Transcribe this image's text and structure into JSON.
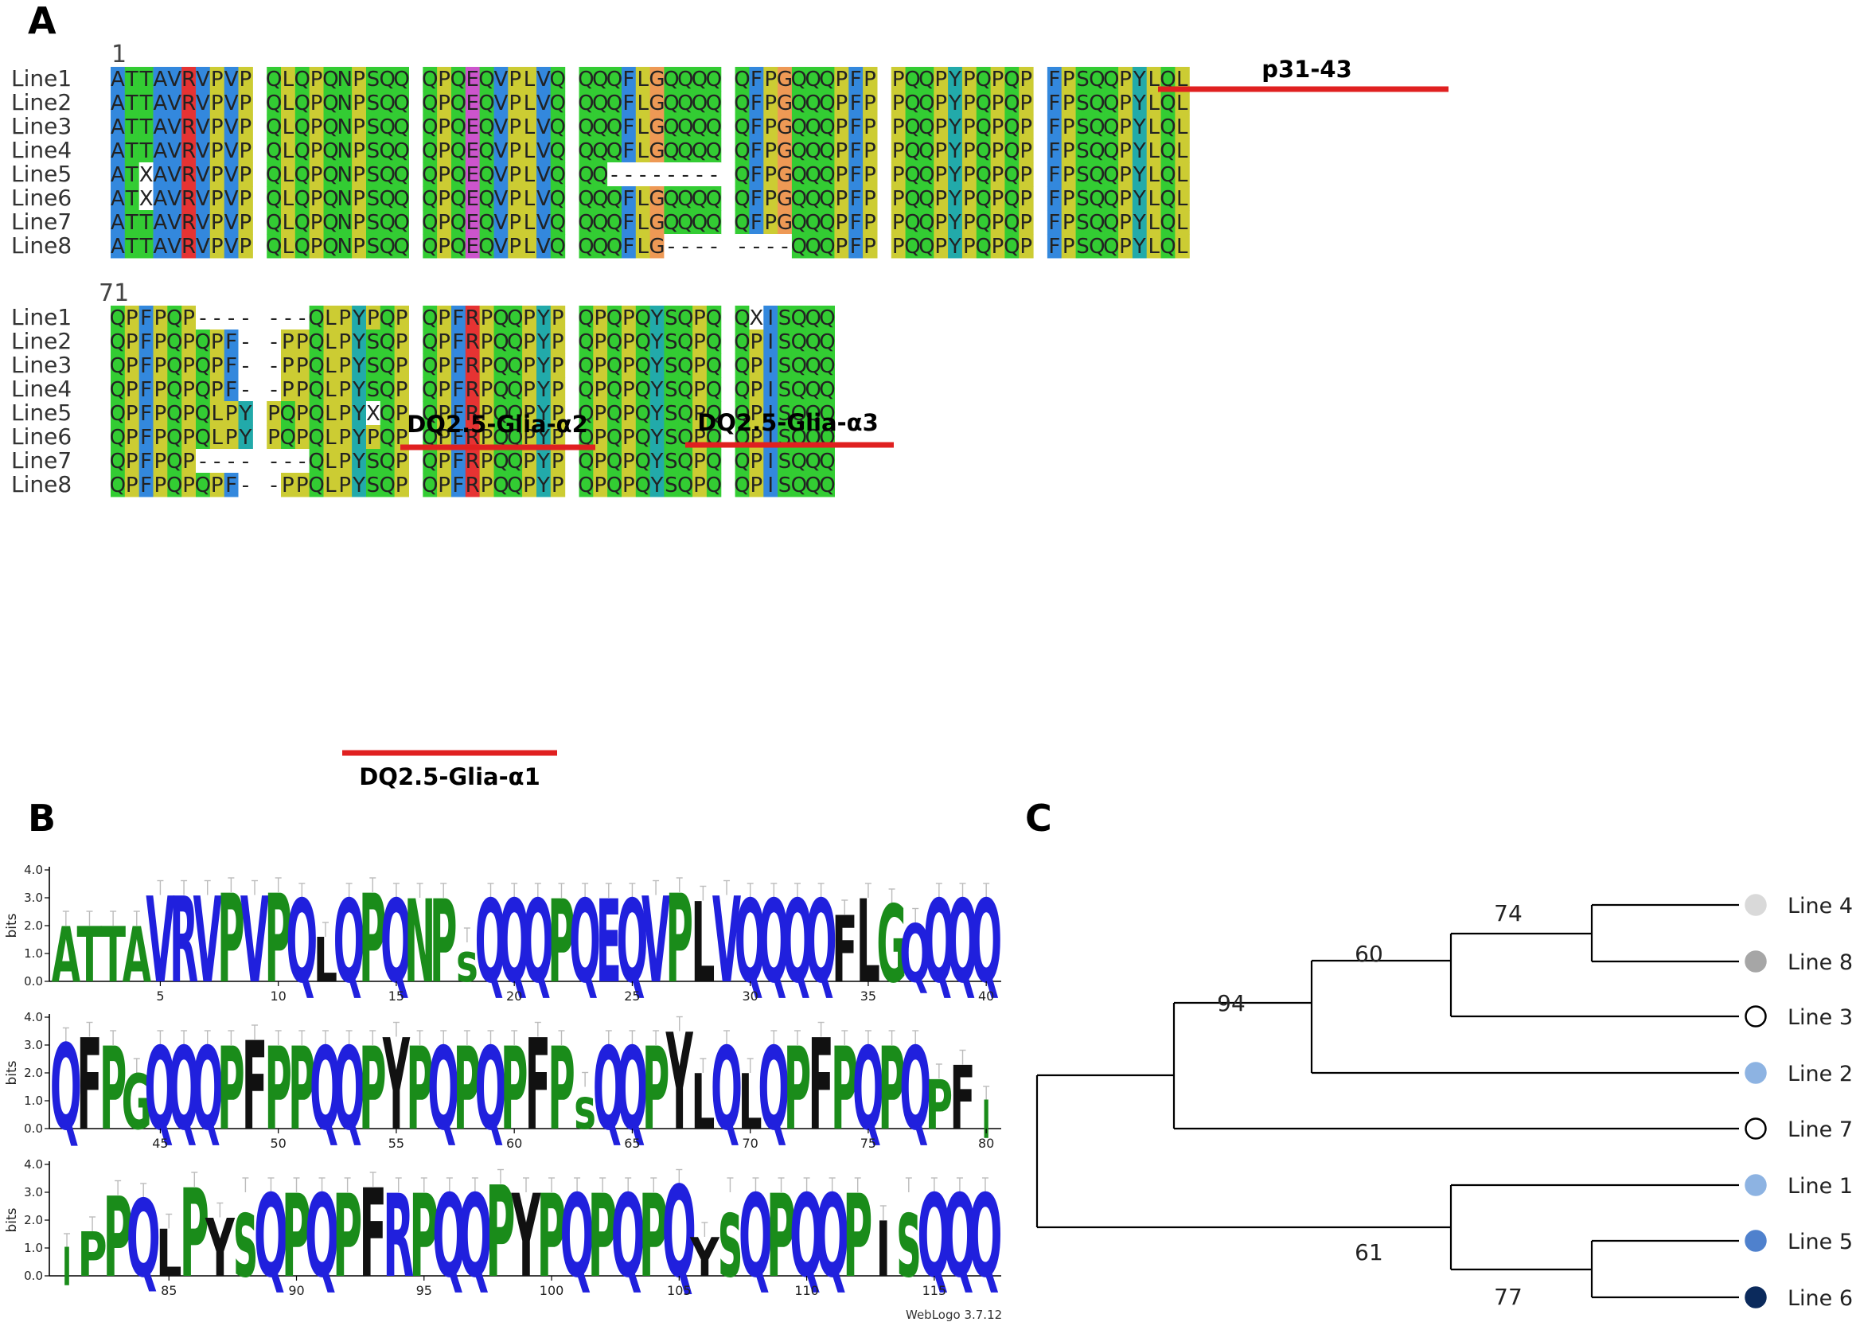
{
  "panels": {
    "a": "A",
    "b": "B",
    "c": "C"
  },
  "alignment": {
    "seq_names": [
      "Line1",
      "Line2",
      "Line3",
      "Line4",
      "Line5",
      "Line6",
      "Line7",
      "Line8"
    ],
    "blocks": [
      {
        "start_label": "1",
        "rows": [
          "ATTAVRVPVP QLQPQNPSQQ QPQEQVPLVQ QQQFLGQQQQ QFPGQQQPFP PQQPYPQPQP FPSQQPYLQL",
          "ATTAVRVPVP QLQPQNPSQQ QPQEQVPLVQ QQQFLGQQQQ QFPGQQQPFP PQQPYPQPQP FPSQQPYLQL",
          "ATTAVRVPVP QLQPQNPSQQ QPQEQVPLVQ QQQFLGQQQQ QFPGQQQPFP PQQPYPQPQP FPSQQPYLQL",
          "ATTAVRVPVP QLQPQNPSQQ QPQEQVPLVQ QQQFLGQQQQ QFPGQQQPFP PQQPYPQPQP FPSQQPYLQL",
          "ATXAVRVPVP QLQPQNPSQQ QPQEQVPLVQ QQ-------- QFPGQQQPFP PQQPYPQPQP FPSQQPYLQL",
          "ATXAVRVPVP QLQPQNPSQQ QPQEQVPLVQ QQQFLGQQQQ QFPGQQQPFP PQQPYPQPQP FPSQQPYLQL",
          "ATTAVRVPVP QLQPQNPSQQ QPQEQVPLVQ QQQFLGQQQQ QFPGQQQPFP PQQPYPQPQP FPSQQPYLQL",
          "ATTAVRVPVP QLQPQNPSQQ QPQEQVPLVQ QQQFLG---- ----QQQPFP PQQPYPQPQP FPSQQPYLQL"
        ]
      },
      {
        "start_label": "71",
        "rows": [
          "QPFPQP---- ---QLPYPQP QPFRPQQPYP QPQPQYSQPQ QXISQQQ",
          "QPFPQPQPF- -PPQLPYSQP QPFRPQQPYP QPQPQYSQPQ QPISQQQ",
          "QPFPQPQPF- -PPQLPYSQP QPFRPQQPYP QPQPQYSQPQ QPISQQQ",
          "QPFPQPQPF- -PPQLPYSQP QPFRPQQPYP QPQPQYSQPQ QPISQQQ",
          "QPFPQPQLPY PQPQLPYXQP QPFRPQQPYP QPQPQYSQPQ QPISQQQ",
          "QPFPQPQLPY PQPQLPYPQP QPFRPQQPYP QPQPQYSQPQ QPISQQQ",
          "QPFPQP---- ---QLPYSQP QPFRPQQPYP QPQPQYSQPQ QPISQQQ",
          "QPFPQPQPF- -PPQLPYSQP QPFRPQQPYP QPQPQYSQPQ QPISQQQ"
        ]
      }
    ],
    "epitopes": [
      "p31-43",
      "DQ2.5-Glia-α2",
      "DQ2.5-Glia-α3",
      "DQ2.5-Glia-α1"
    ],
    "colors": {
      "Q": "#33cc33",
      "S": "#33cc33",
      "N": "#33cc33",
      "P": "#cccc33",
      "L": "#cccc33",
      "A": "#3388dd",
      "V": "#3388dd",
      "F": "#3388dd",
      "I": "#3388dd",
      "R": "#e63333",
      "E": "#cc55cc",
      "G": "#ee9955",
      "Y": "#22aaaa",
      "T": "#33cc33",
      "X": "#ffffff",
      "-": "#ffffff"
    }
  },
  "weblogo": {
    "ylabel": "bits",
    "yticks": [
      "0.0",
      "1.0",
      "2.0",
      "3.0",
      "4.0"
    ],
    "rows": [
      {
        "seq": "ATTAVRVPVPQLQPQNPsQQQPQEQVPLVQQQQFLGQQQQ",
        "heights": [
          2.0,
          2.0,
          2.0,
          2.0,
          3.1,
          3.1,
          3.1,
          3.2,
          3.1,
          3.2,
          3.0,
          1.6,
          3.0,
          3.2,
          3.0,
          3.0,
          3.0,
          1.4,
          3.0,
          3.0,
          3.0,
          3.0,
          3.0,
          3.0,
          3.0,
          3.1,
          3.2,
          2.9,
          3.1,
          3.0,
          3.0,
          3.0,
          3.0,
          2.4,
          3.0,
          2.8,
          2.1,
          3.0,
          3.0,
          3.0
        ],
        "ticks": [
          "5",
          "10",
          "15",
          "20",
          "25",
          "30",
          "35",
          "40"
        ]
      },
      {
        "seq": "QFPGQQQPFPPQQPYPQPQPFPsQQPYLQLQPFPQPQPF!",
        "heights": [
          3.1,
          3.3,
          3.0,
          2.0,
          3.0,
          3.0,
          3.0,
          3.0,
          3.2,
          3.0,
          3.0,
          3.0,
          3.0,
          3.0,
          3.3,
          3.0,
          3.0,
          3.0,
          3.0,
          3.0,
          3.3,
          3.0,
          1.5,
          3.0,
          3.0,
          3.0,
          3.5,
          2.0,
          3.0,
          2.0,
          3.0,
          3.0,
          3.3,
          3.0,
          3.0,
          3.0,
          3.0,
          1.8,
          2.3,
          1.0
        ],
        "ticks": [
          "45",
          "50",
          "55",
          "60",
          "65",
          "70",
          "75",
          "80"
        ]
      },
      {
        "seq": "!PPQLPYsQPQPFRPQQPYPQPQPQYsQPQQPIsQQQ",
        "heights": [
          1.0,
          1.6,
          2.9,
          2.8,
          1.7,
          3.2,
          2.1,
          3.0,
          3.0,
          3.0,
          3.0,
          3.0,
          3.2,
          3.0,
          3.0,
          3.0,
          3.0,
          3.3,
          3.0,
          3.0,
          3.0,
          3.0,
          3.0,
          3.0,
          3.3,
          1.4,
          3.0,
          3.0,
          3.0,
          3.0,
          3.0,
          3.0,
          2.0,
          3.0,
          3.0,
          3.0,
          3.0
        ],
        "ticks": [
          "85",
          "90",
          "95",
          "100",
          "105",
          "110",
          "115"
        ]
      }
    ],
    "credit": "WebLogo 3.7.12",
    "colors": {
      "polar": "#1a8c1a",
      "neutral": "#2020dd",
      "hydrophobic": "#111111",
      "basic": "#2020dd",
      "acidic": "#dd2020"
    }
  },
  "tree": {
    "leaves": [
      {
        "label": "Line 4",
        "fill": "#d9d9d9",
        "stroke": "#d9d9d9"
      },
      {
        "label": "Line 8",
        "fill": "#a6a6a6",
        "stroke": "#a6a6a6"
      },
      {
        "label": "Line 3",
        "fill": "#ffffff",
        "stroke": "#000000"
      },
      {
        "label": "Line 2",
        "fill": "#8db3e2",
        "stroke": "#8db3e2"
      },
      {
        "label": "Line 7",
        "fill": "#ffffff",
        "stroke": "#000000"
      },
      {
        "label": "Line 1",
        "fill": "#8db3e2",
        "stroke": "#8db3e2"
      },
      {
        "label": "Line 5",
        "fill": "#4f81cd",
        "stroke": "#4f81cd"
      },
      {
        "label": "Line 6",
        "fill": "#0b2a5c",
        "stroke": "#0b2a5c"
      }
    ],
    "bootstrap": [
      "74",
      "60",
      "94",
      "61",
      "77"
    ]
  }
}
